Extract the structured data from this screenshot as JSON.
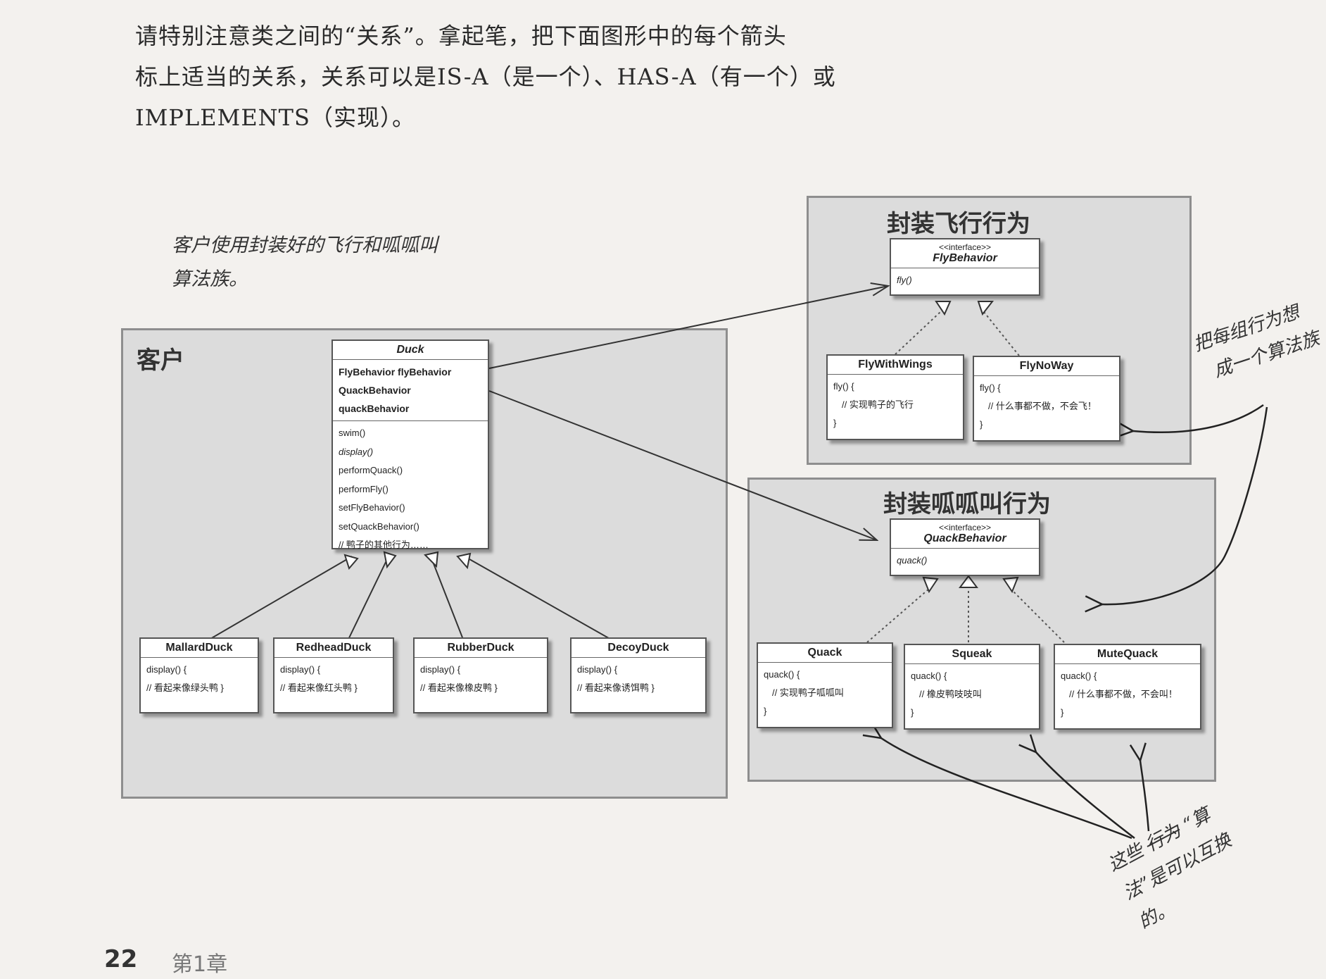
{
  "intro": {
    "line1": "请特别注意类之间的“关系”。拿起笔，把下面图形中的每个箭头",
    "line2": "标上适当的关系，关系可以是IS-A（是一个）、HAS-A（有一个）或",
    "line3": "IMPLEMENTS（实现）。"
  },
  "notes": {
    "client_note_1": "客户使用封装好的飞行和呱呱叫",
    "client_note_2": "算法族。",
    "group_note_1": "把每组行为想",
    "group_note_2": "成一个算法族",
    "swap_note_1": "这些",
    "swap_note_struck": "行为",
    "swap_note_2": "“算",
    "swap_note_3": "法”是可以互换",
    "swap_note_4": "的。"
  },
  "panels": {
    "client_title": "客户",
    "fly_title": "封装飞行行为",
    "quack_title": "封装呱呱叫行为"
  },
  "duck": {
    "name": "Duck",
    "fields": [
      "FlyBehavior flyBehavior",
      "QuackBehavior quackBehavior"
    ],
    "methods": [
      "swim()",
      "display()",
      "performQuack()",
      "performFly()",
      "setFlyBehavior()",
      "setQuackBehavior()",
      "// 鸭子的其他行为……"
    ]
  },
  "subclasses": [
    {
      "name": "MallardDuck",
      "sig": "display() {",
      "comment": "// 看起来像绿头鸭 }"
    },
    {
      "name": "RedheadDuck",
      "sig": "display() {",
      "comment": "// 看起来像红头鸭 }"
    },
    {
      "name": "RubberDuck",
      "sig": "display() {",
      "comment": "// 看起来像橡皮鸭 }"
    },
    {
      "name": "DecoyDuck",
      "sig": "display() {",
      "comment": "// 看起来像诱饵鸭 }"
    }
  ],
  "fly_interface": {
    "stereotype": "<<interface>>",
    "name": "FlyBehavior",
    "method": "fly()"
  },
  "fly_impls": [
    {
      "name": "FlyWithWings",
      "sig": "fly() {",
      "comment": "// 实现鸭子的飞行",
      "close": "}"
    },
    {
      "name": "FlyNoWay",
      "sig": "fly() {",
      "comment": "// 什么事都不做，不会飞！",
      "close": "}"
    }
  ],
  "quack_interface": {
    "stereotype": "<<interface>>",
    "name": "QuackBehavior",
    "method": "quack()"
  },
  "quack_impls": [
    {
      "name": "Quack",
      "sig": "quack() {",
      "comment": "// 实现鸭子呱呱叫",
      "close": "}"
    },
    {
      "name": "Squeak",
      "sig": "quack() {",
      "comment": "// 橡皮鸭吱吱叫",
      "close": "}"
    },
    {
      "name": "MuteQuack",
      "sig": "quack() {",
      "comment": "// 什么事都不做，不会叫！",
      "close": "}"
    }
  ],
  "footer": {
    "page": "22",
    "chapter": "第1章"
  }
}
